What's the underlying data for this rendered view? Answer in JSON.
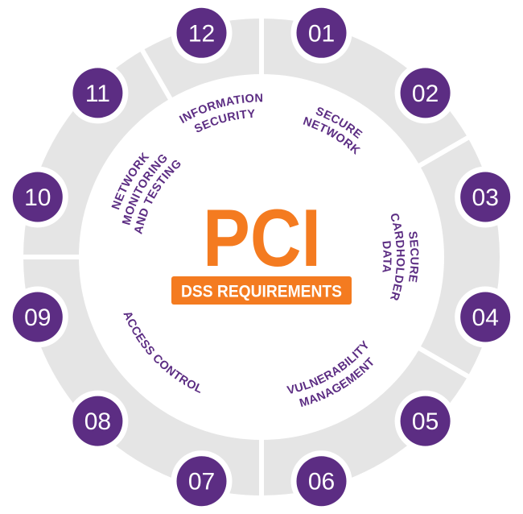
{
  "title": {
    "main": "PCI",
    "badge": "DSS REQUIREMENTS"
  },
  "colors": {
    "purple": "#5c2d83",
    "orange": "#f47b20",
    "ring_gray": "#e5e5e5",
    "white": "#ffffff"
  },
  "requirements": [
    {
      "number": "01"
    },
    {
      "number": "02"
    },
    {
      "number": "03"
    },
    {
      "number": "04"
    },
    {
      "number": "05"
    },
    {
      "number": "06"
    },
    {
      "number": "07"
    },
    {
      "number": "08"
    },
    {
      "number": "09"
    },
    {
      "number": "10"
    },
    {
      "number": "11"
    },
    {
      "number": "12"
    }
  ],
  "categories": [
    {
      "id": "information-security",
      "lines": [
        "INFORMATION",
        "SECURITY"
      ]
    },
    {
      "id": "secure-network",
      "lines": [
        "SECURE",
        "NETWORK"
      ]
    },
    {
      "id": "secure-cardholder-data",
      "lines": [
        "SECURE",
        "CARDHOLDER",
        "DATA"
      ]
    },
    {
      "id": "vulnerability-management",
      "lines": [
        "VULNERABILITY",
        "MANAGEMENT"
      ]
    },
    {
      "id": "access-control",
      "lines": [
        "ACCESS CONTROL"
      ]
    },
    {
      "id": "network-monitoring-testing",
      "lines": [
        "NETWORK",
        "MONITORING",
        "AND TESTING"
      ]
    }
  ]
}
